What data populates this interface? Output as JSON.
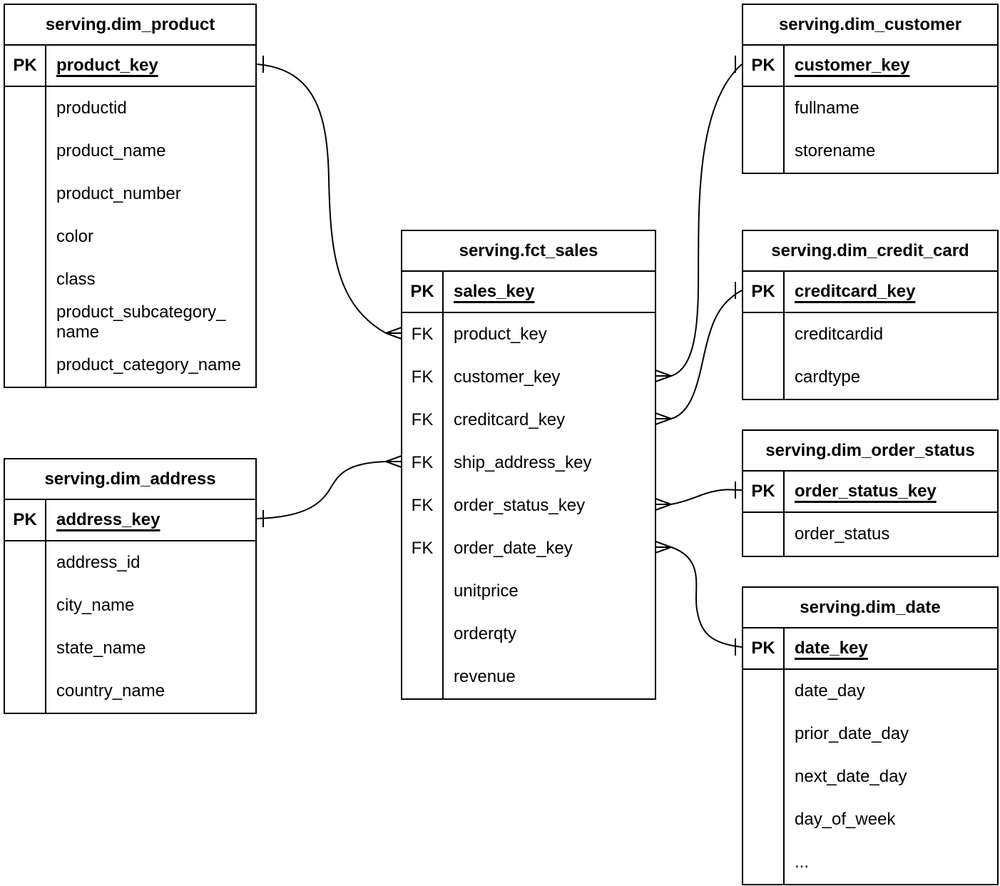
{
  "colors": {
    "stroke": "#000000",
    "fill": "#ffffff",
    "text": "#000000"
  },
  "tables": {
    "dim_product": {
      "title": "serving.dim_product",
      "pk": {
        "key": "PK",
        "name": "product_key"
      },
      "rows": [
        {
          "key": "",
          "name": "productid"
        },
        {
          "key": "",
          "name": "product_name"
        },
        {
          "key": "",
          "name": "product_number"
        },
        {
          "key": "",
          "name": "color"
        },
        {
          "key": "",
          "name": "class"
        },
        {
          "key": "",
          "name": "product_subcategory_name"
        },
        {
          "key": "",
          "name": "product_category_name"
        }
      ]
    },
    "dim_customer": {
      "title": "serving.dim_customer",
      "pk": {
        "key": "PK",
        "name": "customer_key"
      },
      "rows": [
        {
          "key": "",
          "name": "fullname"
        },
        {
          "key": "",
          "name": "storename"
        }
      ]
    },
    "fct_sales": {
      "title": "serving.fct_sales",
      "pk": {
        "key": "PK",
        "name": "sales_key"
      },
      "rows": [
        {
          "key": "FK",
          "name": "product_key"
        },
        {
          "key": "FK",
          "name": "customer_key"
        },
        {
          "key": "FK",
          "name": "creditcard_key"
        },
        {
          "key": "FK",
          "name": "ship_address_key"
        },
        {
          "key": "FK",
          "name": "order_status_key"
        },
        {
          "key": "FK",
          "name": "order_date_key"
        },
        {
          "key": "",
          "name": "unitprice"
        },
        {
          "key": "",
          "name": "orderqty"
        },
        {
          "key": "",
          "name": "revenue"
        }
      ]
    },
    "dim_credit_card": {
      "title": "serving.dim_credit_card",
      "pk": {
        "key": "PK",
        "name": "creditcard_key"
      },
      "rows": [
        {
          "key": "",
          "name": "creditcardid"
        },
        {
          "key": "",
          "name": "cardtype"
        }
      ]
    },
    "dim_order_status": {
      "title": "serving.dim_order_status",
      "pk": {
        "key": "PK",
        "name": "order_status_key"
      },
      "rows": [
        {
          "key": "",
          "name": "order_status"
        }
      ]
    },
    "dim_date": {
      "title": "serving.dim_date",
      "pk": {
        "key": "PK",
        "name": "date_key"
      },
      "rows": [
        {
          "key": "",
          "name": "date_day"
        },
        {
          "key": "",
          "name": "prior_date_day"
        },
        {
          "key": "",
          "name": "next_date_day"
        },
        {
          "key": "",
          "name": "day_of_week"
        },
        {
          "key": "",
          "name": "..."
        }
      ]
    },
    "dim_address": {
      "title": "serving.dim_address",
      "pk": {
        "key": "PK",
        "name": "address_key"
      },
      "rows": [
        {
          "key": "",
          "name": "address_id"
        },
        {
          "key": "",
          "name": "city_name"
        },
        {
          "key": "",
          "name": "state_name"
        },
        {
          "key": "",
          "name": "country_name"
        }
      ]
    }
  },
  "relationships": [
    {
      "from_table": "serving.fct_sales",
      "from_field": "product_key",
      "to_table": "serving.dim_product",
      "to_field": "product_key",
      "from_cardinality": "many",
      "to_cardinality": "one"
    },
    {
      "from_table": "serving.fct_sales",
      "from_field": "customer_key",
      "to_table": "serving.dim_customer",
      "to_field": "customer_key",
      "from_cardinality": "many",
      "to_cardinality": "one"
    },
    {
      "from_table": "serving.fct_sales",
      "from_field": "creditcard_key",
      "to_table": "serving.dim_credit_card",
      "to_field": "creditcard_key",
      "from_cardinality": "many",
      "to_cardinality": "one"
    },
    {
      "from_table": "serving.fct_sales",
      "from_field": "ship_address_key",
      "to_table": "serving.dim_address",
      "to_field": "address_key",
      "from_cardinality": "many",
      "to_cardinality": "one"
    },
    {
      "from_table": "serving.fct_sales",
      "from_field": "order_status_key",
      "to_table": "serving.dim_order_status",
      "to_field": "order_status_key",
      "from_cardinality": "many",
      "to_cardinality": "one"
    },
    {
      "from_table": "serving.fct_sales",
      "from_field": "order_date_key",
      "to_table": "serving.dim_date",
      "to_field": "date_key",
      "from_cardinality": "many",
      "to_cardinality": "one"
    }
  ]
}
